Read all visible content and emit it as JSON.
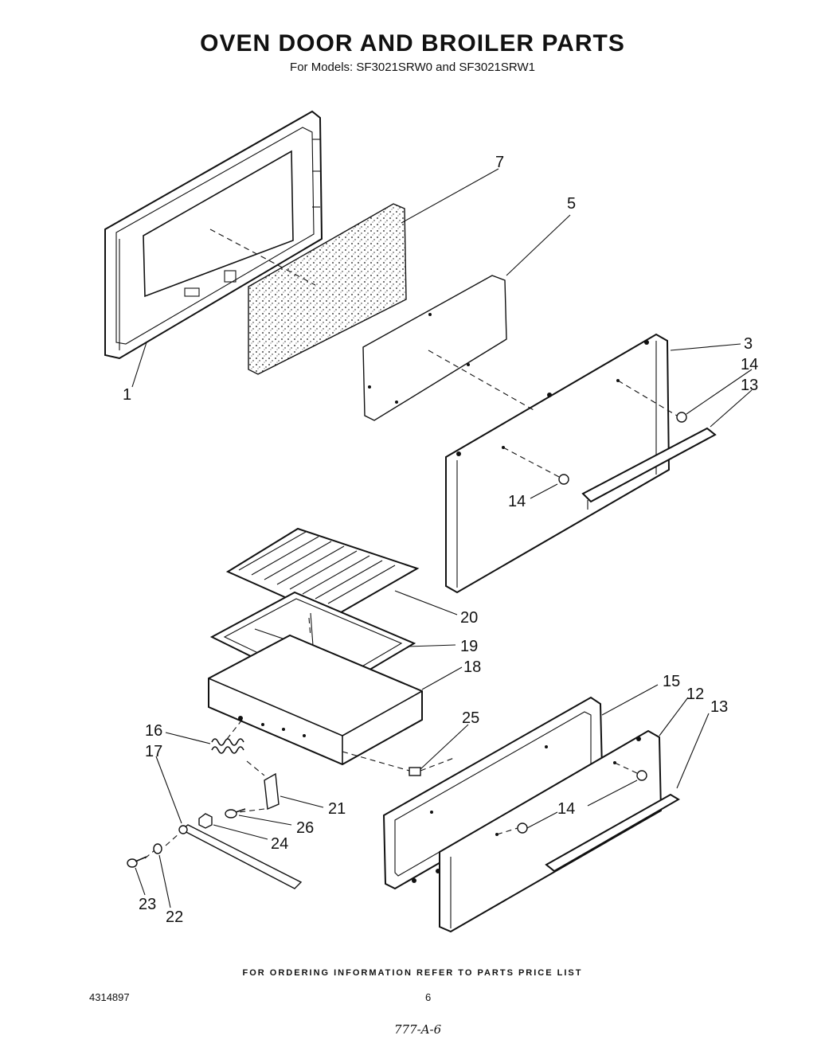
{
  "title": "OVEN DOOR AND BROILER PARTS",
  "subtitle": "For Models: SF3021SRW0 and SF3021SRW1",
  "footer_note": "FOR ORDERING INFORMATION REFER TO PARTS PRICE LIST",
  "document_number": "4314897",
  "page_number": "6",
  "handwritten_note": "777-A-6",
  "callouts": {
    "c1": "1",
    "c3": "3",
    "c5": "5",
    "c7": "7",
    "c12": "12",
    "c13a": "13",
    "c13b": "13",
    "c14a": "14",
    "c14b": "14",
    "c14c": "14",
    "c15": "15",
    "c16": "16",
    "c17": "17",
    "c18": "18",
    "c19": "19",
    "c20": "20",
    "c21": "21",
    "c22": "22",
    "c23": "23",
    "c24": "24",
    "c25": "25",
    "c26": "26"
  }
}
